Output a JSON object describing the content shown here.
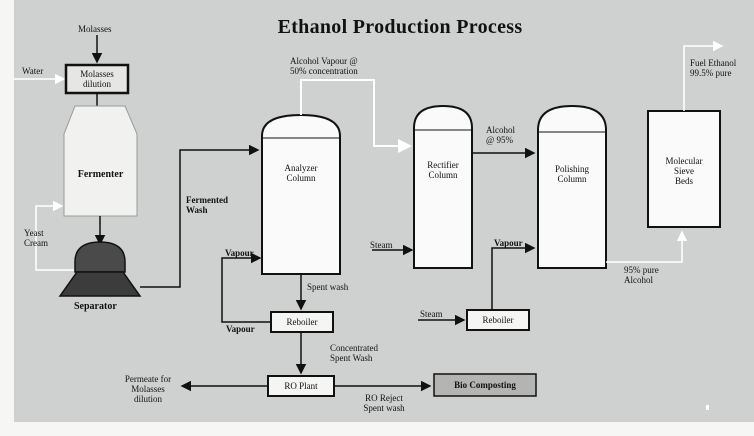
{
  "title": "Ethanol Production Process",
  "labels": {
    "molasses": "Molasses",
    "water": "Water",
    "molasses_dilution_line1": "Molasses",
    "molasses_dilution_line2": "dilution",
    "fermenter": "Fermenter",
    "yeast_cream_line1": "Yeast",
    "yeast_cream_line2": "Cream",
    "separator": "Separator",
    "fermented_wash_line1": "Fermented",
    "fermented_wash_line2": "Wash",
    "alcohol_vapour_line1": "Alcohol Vapour @",
    "alcohol_vapour_line2": "50% concentration",
    "analyzer_line1": "Analyzer",
    "analyzer_line2": "Column",
    "rectifier_line1": "Rectifier",
    "rectifier_line2": "Column",
    "alcohol_95_line1": "Alcohol",
    "alcohol_95_line2": "@ 95%",
    "polishing_line1": "Polishing",
    "polishing_line2": "Column",
    "sieve_line1": "Molecular",
    "sieve_line2": "Sieve",
    "sieve_line3": "Beds",
    "fuel_ethanol_line1": "Fuel Ethanol",
    "fuel_ethanol_line2": "99.5% pure",
    "vapour_analyzer": "Vapour",
    "vapour_reboiler": "Vapour",
    "steam_rectifier": "Steam",
    "vapour_polishing": "Vapour",
    "pure_alcohol_line1": "95% pure",
    "pure_alcohol_line2": "Alcohol",
    "spent_wash": "Spent wash",
    "reboiler_1": "Reboiler",
    "steam_reboiler": "Steam",
    "reboiler_2": "Reboiler",
    "concentrated_line1": "Concentrated",
    "concentrated_line2": "Spent Wash",
    "permeate_line1": "Permeate for",
    "permeate_line2": "Molasses",
    "permeate_line3": "dilution",
    "ro_plant": "RO Plant",
    "bio_composting": "Bio Composting",
    "ro_reject_line1": "RO Reject",
    "ro_reject_line2": "Spent wash"
  }
}
